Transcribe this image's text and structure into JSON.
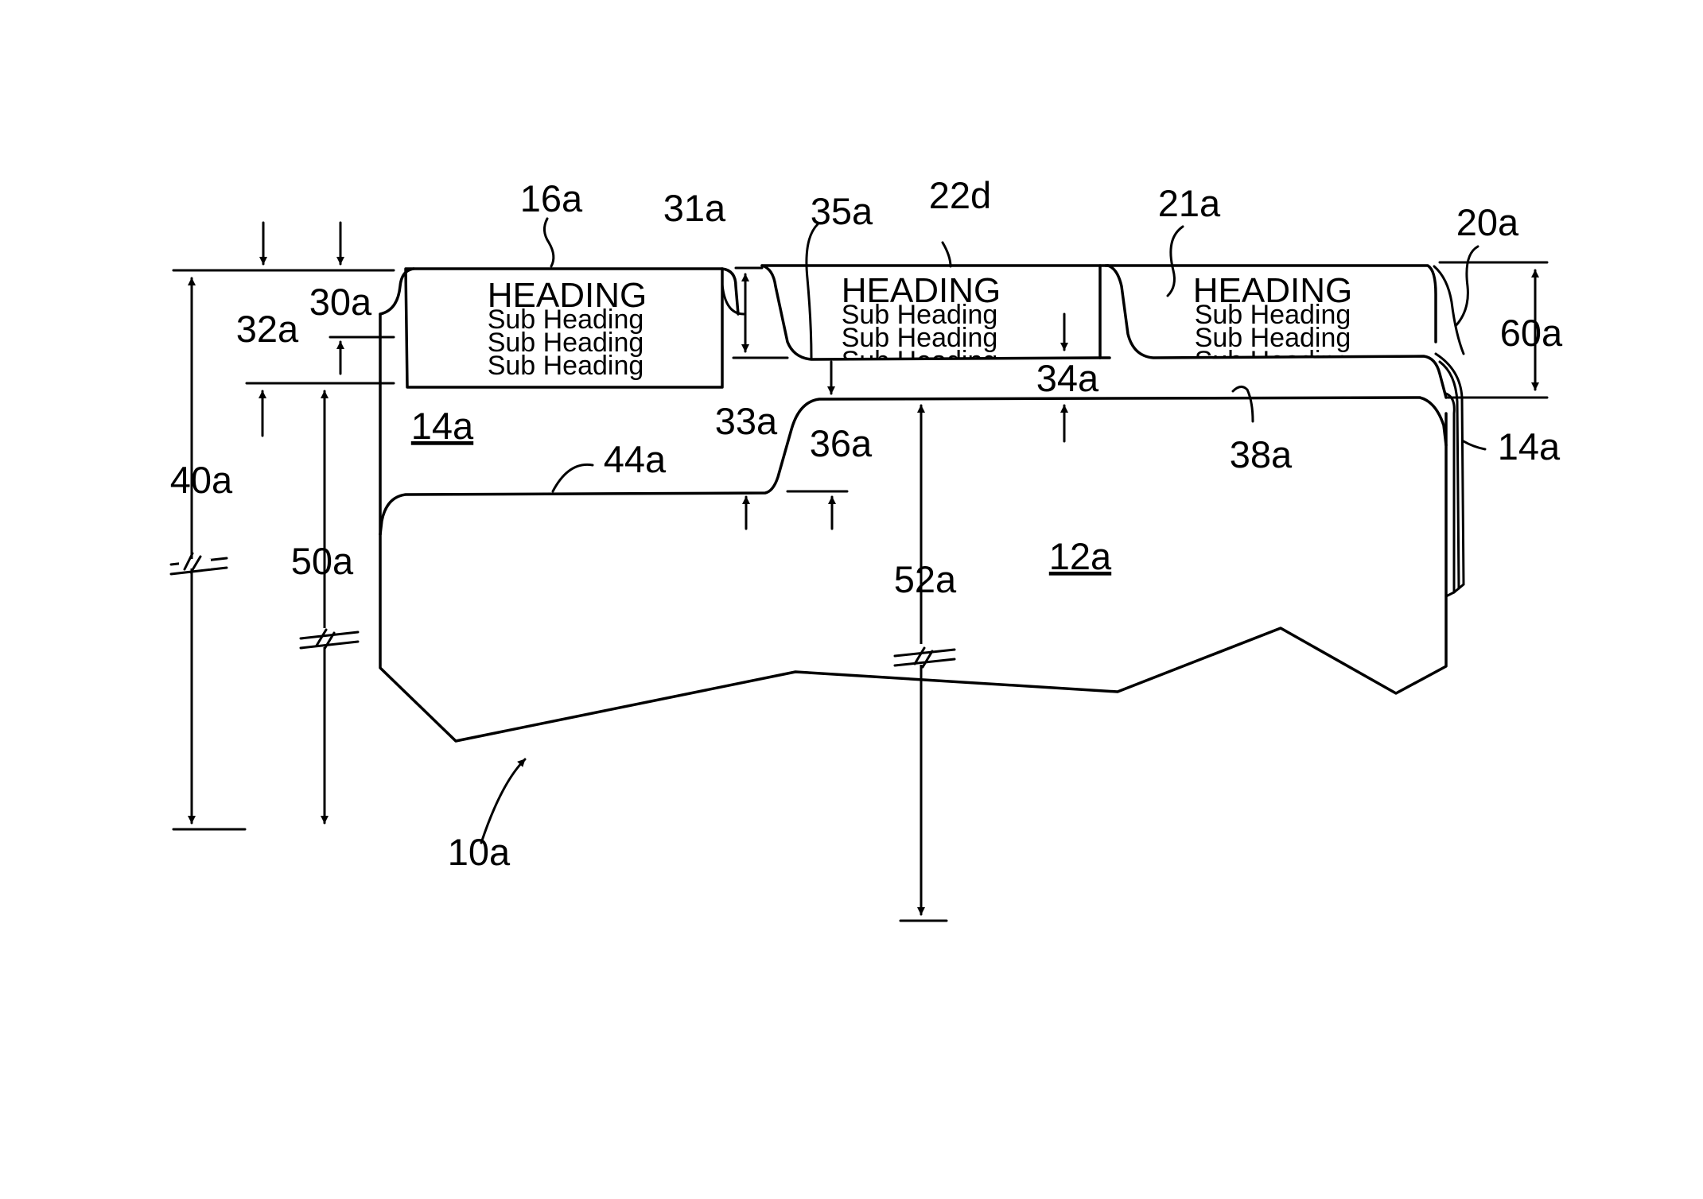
{
  "tabs": [
    {
      "heading": "HEADING",
      "subs": [
        "Sub Heading",
        "Sub Heading",
        "Sub Heading"
      ]
    },
    {
      "heading": "HEADING",
      "subs": [
        "Sub Heading",
        "Sub Heading",
        "Sub Heading"
      ]
    },
    {
      "heading": "HEADING",
      "subs": [
        "Sub Heading",
        "Sub Heading",
        "Sub Heading"
      ]
    }
  ],
  "labels": {
    "l16a": "16a",
    "l31a": "31a",
    "l35a": "35a",
    "l22d": "22d",
    "l21a": "21a",
    "l20a": "20a",
    "l30a": "30a",
    "l32a": "32a",
    "l60a": "60a",
    "l14a_left": "14a",
    "l34a": "34a",
    "l33a": "33a",
    "l36a": "36a",
    "l44a": "44a",
    "l38a": "38a",
    "l14a_right": "14a",
    "l40a": "40a",
    "l50a": "50a",
    "l12a": "12a",
    "l52a": "52a",
    "l10a": "10a"
  }
}
